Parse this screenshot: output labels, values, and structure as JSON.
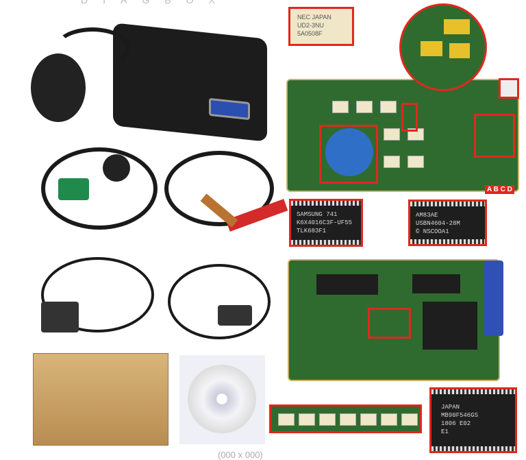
{
  "header": {
    "cut_title": "DIAGBOX"
  },
  "footer": {
    "cut_caption": "(000 x 000)"
  },
  "chips": {
    "relay_label": "NEC JAPAN\nUD2-3NU\n5A0508F",
    "sram_label": "SAMSUNG 741\nK6X4016C3F-UF55\nTLK683F1",
    "flash_label": "AM83AE\nUSBN4604-28M\n© NSCOOA1",
    "mcu_label": "JAPAN\nMB90F546GS\n1806 E02\nE1",
    "connector_label": "A B C D"
  },
  "colors": {
    "highlight": "#e0281e",
    "pcb": "#2f6b2f",
    "obd_plug": "#1f8a4c",
    "cable": "#1a1a1a",
    "box": "#c9a46a"
  }
}
